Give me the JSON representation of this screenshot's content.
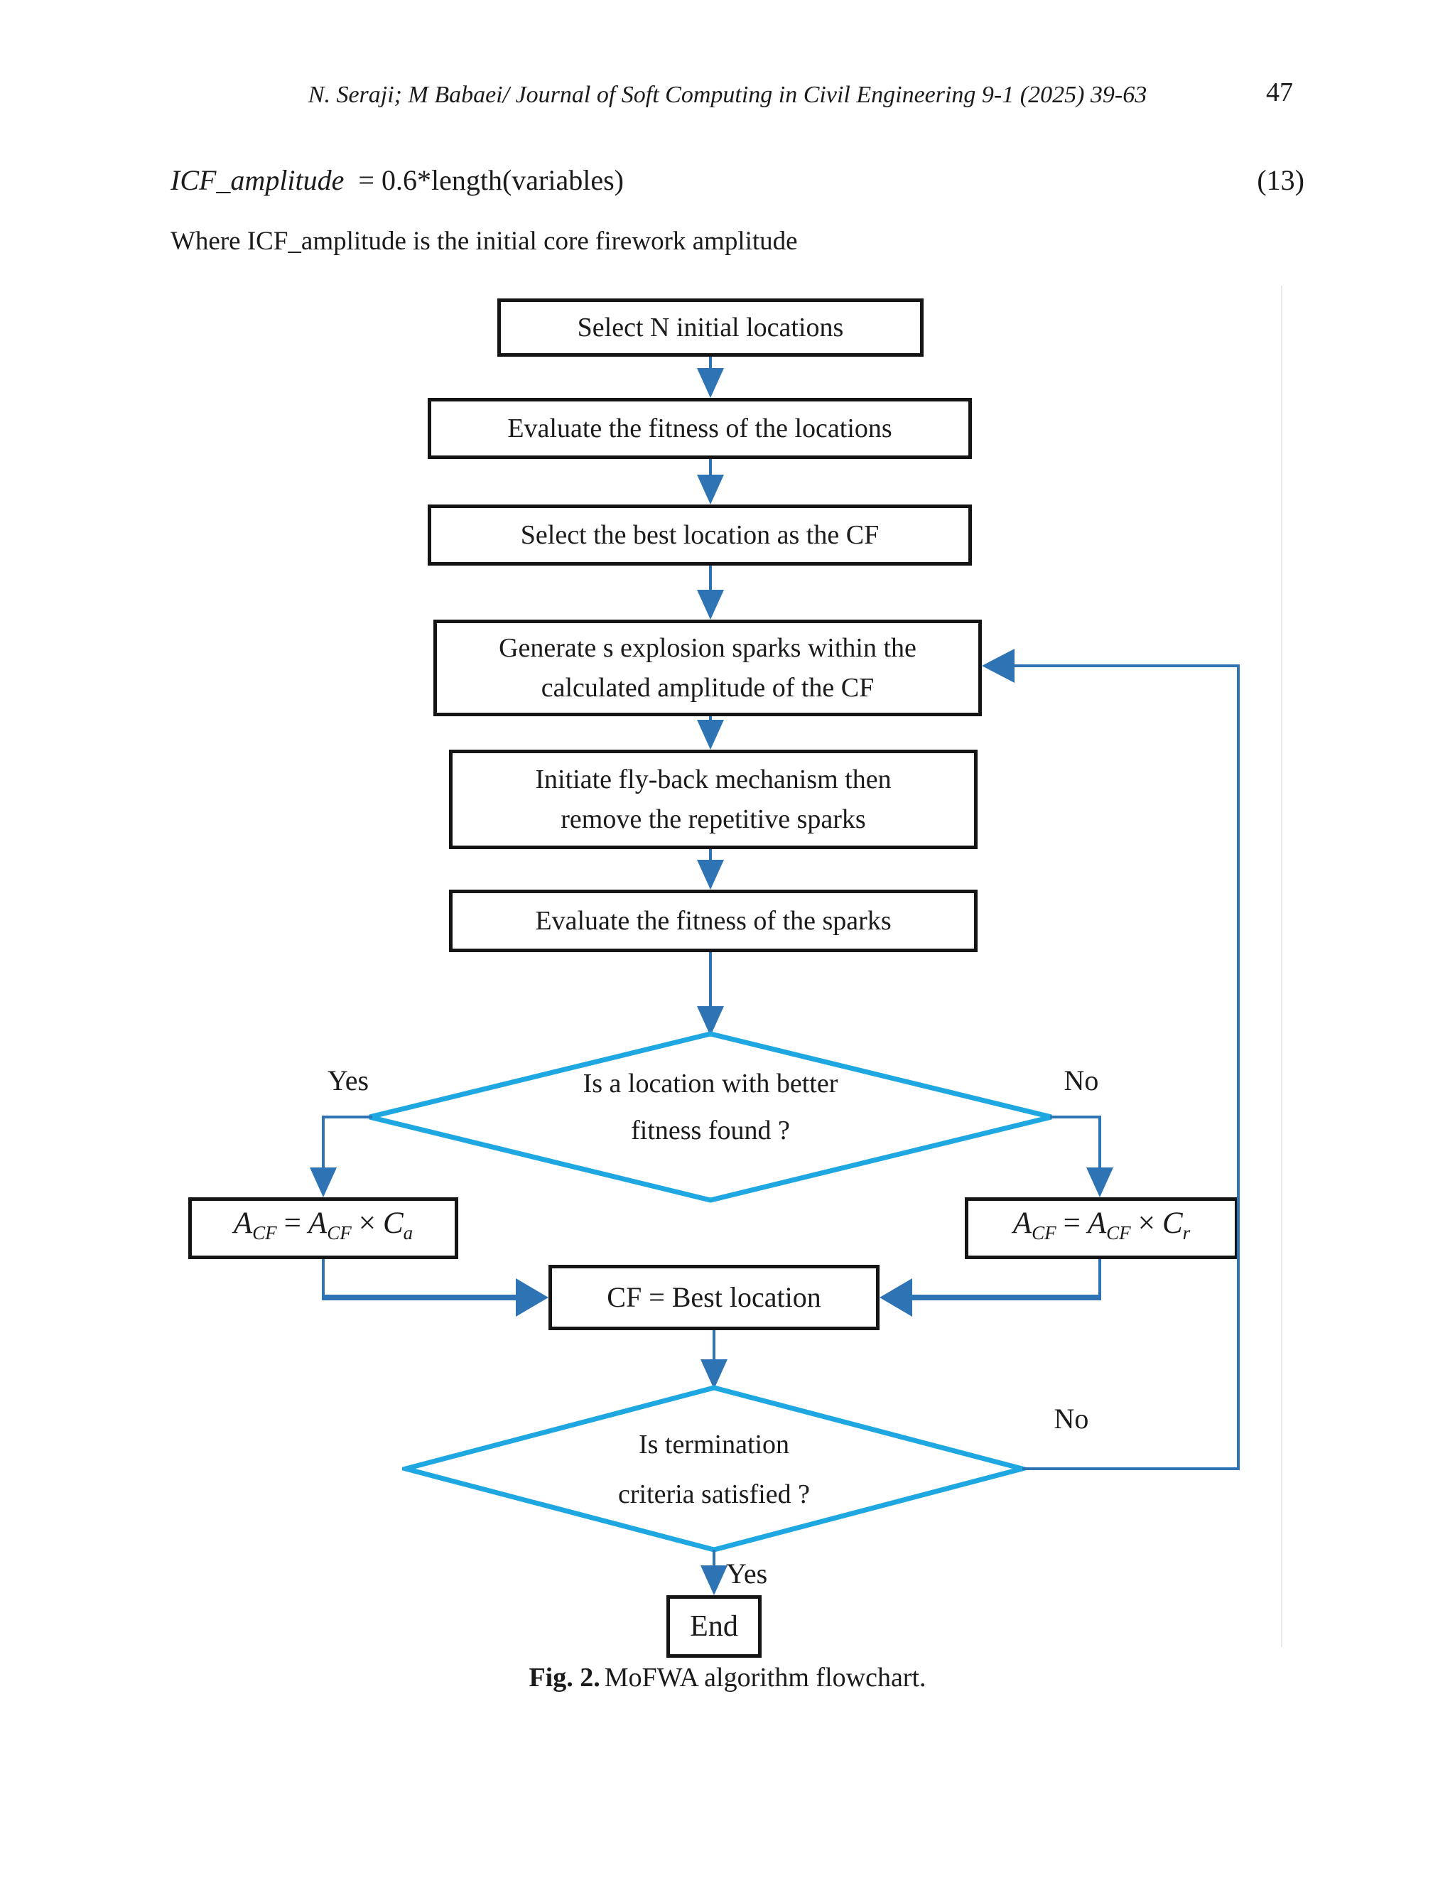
{
  "header": {
    "running_title": "N. Seraji; M Babaei/ Journal of Soft Computing in Civil Engineering 9-1 (2025) 39-63",
    "page_number": "47"
  },
  "equation": {
    "lhs": "ICF_amplitude",
    "rhs": "= 0.6*length(variables)",
    "number": "(13)"
  },
  "note": "Where ICF_amplitude is the initial core firework amplitude",
  "flowchart": {
    "steps": {
      "select_initial": "Select N initial locations",
      "evaluate_locations": "Evaluate the fitness of the locations",
      "select_best_cf": "Select the best location as the CF",
      "generate_sparks_l1": "Generate s explosion sparks within the",
      "generate_sparks_l2": "calculated amplitude of the CF",
      "flyback_l1": "Initiate fly-back mechanism then",
      "flyback_l2": "remove the repetitive sparks",
      "evaluate_sparks": "Evaluate the fitness of the sparks",
      "cf_best": "CF = Best location",
      "end": "End"
    },
    "decision_better_fitness": {
      "line1": "Is a location with better",
      "line2": "fitness found ?",
      "yes": "Yes",
      "no": "No"
    },
    "decision_termination": {
      "line1": "Is termination",
      "line2": "criteria satisfied ?",
      "yes": "Yes",
      "no": "No"
    },
    "amplitude_update_left": {
      "a1": "A",
      "a1_sub": "CF",
      "equals": "=",
      "a2": "A",
      "a2_sub": "CF",
      "times": "×",
      "c": "C",
      "c_sub": "a"
    },
    "amplitude_update_right": {
      "a1": "A",
      "a1_sub": "CF",
      "equals": "=",
      "a2": "A",
      "a2_sub": "CF",
      "times": "×",
      "c": "C",
      "c_sub": "r"
    },
    "colors": {
      "arrow_blue": "#2e74b5",
      "decision_cyan": "#1ea7e0",
      "box_border": "#141414"
    }
  },
  "caption": {
    "label": "Fig. 2.",
    "text": "MoFWA algorithm flowchart."
  }
}
